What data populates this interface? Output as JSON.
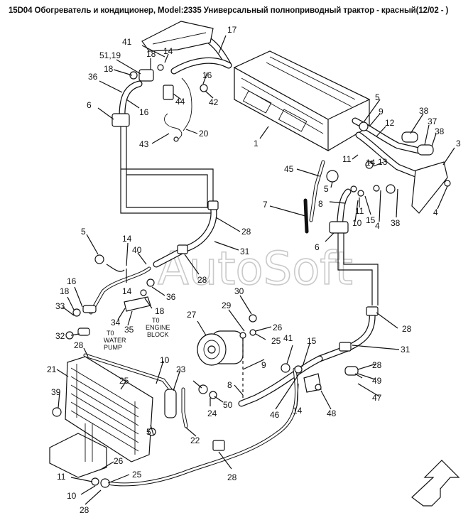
{
  "title": "15D04 Обогреватель и кондиционер, Model:2335 Универсальный полноприводный трактор - красный(12/02 - )",
  "watermark": "AutoSoft",
  "callouts": [
    "41",
    "14",
    "17",
    "51,19",
    "18",
    "16",
    "18",
    "36",
    "44",
    "42",
    "6",
    "16",
    "1",
    "5",
    "9",
    "12",
    "38",
    "37",
    "38",
    "3",
    "43",
    "20",
    "11",
    "14",
    "13",
    "45",
    "5",
    "7",
    "8",
    "11",
    "15",
    "10",
    "4",
    "38",
    "4",
    "6",
    "5",
    "14",
    "40",
    "28",
    "28",
    "31",
    "16",
    "18",
    "14",
    "36",
    "33",
    "34",
    "35",
    "18",
    "30",
    "29",
    "26",
    "27",
    "25",
    "28",
    "32",
    "21",
    "10",
    "23",
    "28",
    "25",
    "39",
    "5",
    "8",
    "9",
    "41",
    "15",
    "24",
    "50",
    "28",
    "49",
    "31",
    "47",
    "46",
    "14",
    "48",
    "22",
    "26",
    "11",
    "25",
    "10",
    "28",
    "28"
  ],
  "notes": {
    "water_pump": [
      "T0",
      "WATER",
      "PUMP"
    ],
    "engine_block": [
      "T0",
      "ENGINE",
      "BLOCK"
    ]
  }
}
